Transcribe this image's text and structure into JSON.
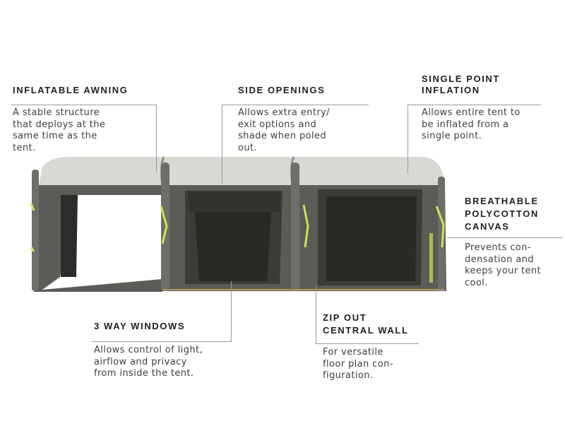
{
  "callouts": {
    "inflatable_awning": {
      "title": "INFLATABLE AWNING",
      "body": "A stable structure\nthat deploys at the\nsame time as the\ntent."
    },
    "side_openings": {
      "title": "SIDE OPENINGS",
      "body": "Allows extra entry/\nexit options and\nshade when poled\nout."
    },
    "single_point_inflation": {
      "title": "SINGLE POINT\nINFLATION",
      "body": "Allows entire tent to\nbe inflated from a\nsingle point."
    },
    "breathable_canvas": {
      "title": "BREATHABLE\nPOLYCOTTON\nCANVAS",
      "body": "Prevents con-\ndensation and\nkeeps your tent\ncool."
    },
    "three_way_windows": {
      "title": "3 WAY WINDOWS",
      "body": "Allows control of light,\nairflow and privacy\nfrom inside the tent."
    },
    "zip_out_wall": {
      "title": "ZIP OUT\nCENTRAL WALL",
      "body": "For versatile\nfloor plan con-\nfiguration."
    }
  },
  "colors": {
    "roof": "#d9d8d2",
    "wall": "#5b5b58",
    "window": "#2a2925",
    "accent": "#c9e64a"
  }
}
